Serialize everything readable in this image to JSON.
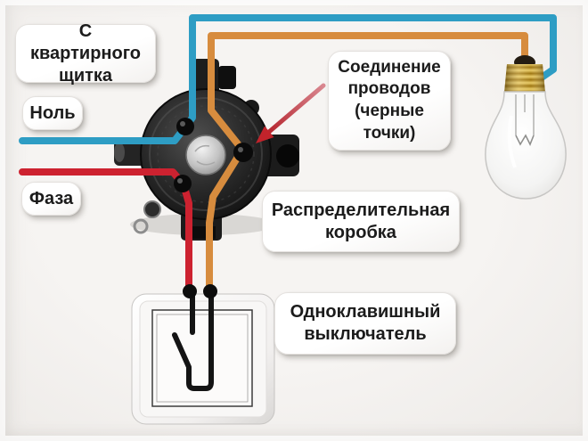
{
  "diagram": {
    "labels": {
      "from_panel": "С квартирного щитка",
      "neutral": "Ноль",
      "phase": "Фаза",
      "connection_note": "Соединение проводов (черные точки)",
      "junction_box": "Распределительная коробка",
      "switch": "Одноклавишный выключатель"
    },
    "wires": {
      "neutral": {
        "label": "Ноль",
        "color": "#2e9dc4"
      },
      "phase": {
        "label": "Фаза",
        "color": "#cd2230"
      },
      "switched": {
        "color": "#d78c3e"
      }
    },
    "arrow": {
      "color": "#c2232b"
    },
    "connection_dots_count": "3",
    "dot_color": "#0a0a0a"
  }
}
